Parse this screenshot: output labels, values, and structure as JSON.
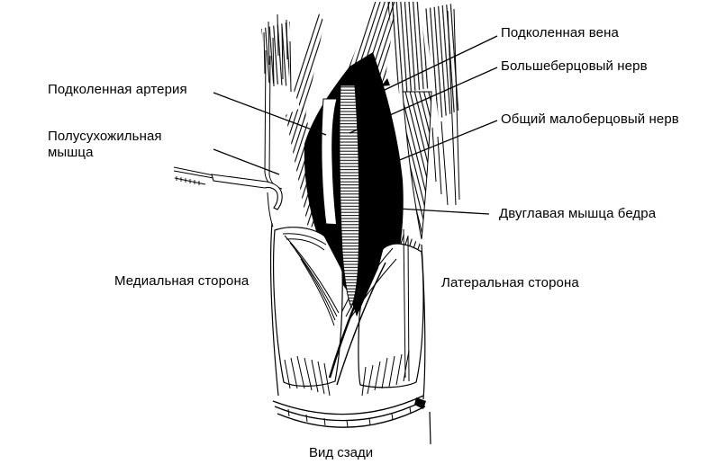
{
  "figure": {
    "type": "anatomical-line-drawing",
    "subject": "popliteal fossa, posterior knee",
    "caption": "Вид сзади",
    "side_labels": {
      "medial": "Медиальная сторона",
      "lateral": "Латеральная сторона"
    },
    "annotations": {
      "popliteal_vein": "Подколенная вена",
      "tibial_nerve": "Большеберцовый нерв",
      "common_peroneal_nerve": "Общий малоберцовый нерв",
      "biceps_femoris": "Двуглавая мышца бедра",
      "popliteal_artery": "Подколенная артерия",
      "semitendinosus_muscle": "Полусухожильная мышца"
    },
    "colors": {
      "ink": "#000000",
      "background": "#ffffff"
    }
  }
}
